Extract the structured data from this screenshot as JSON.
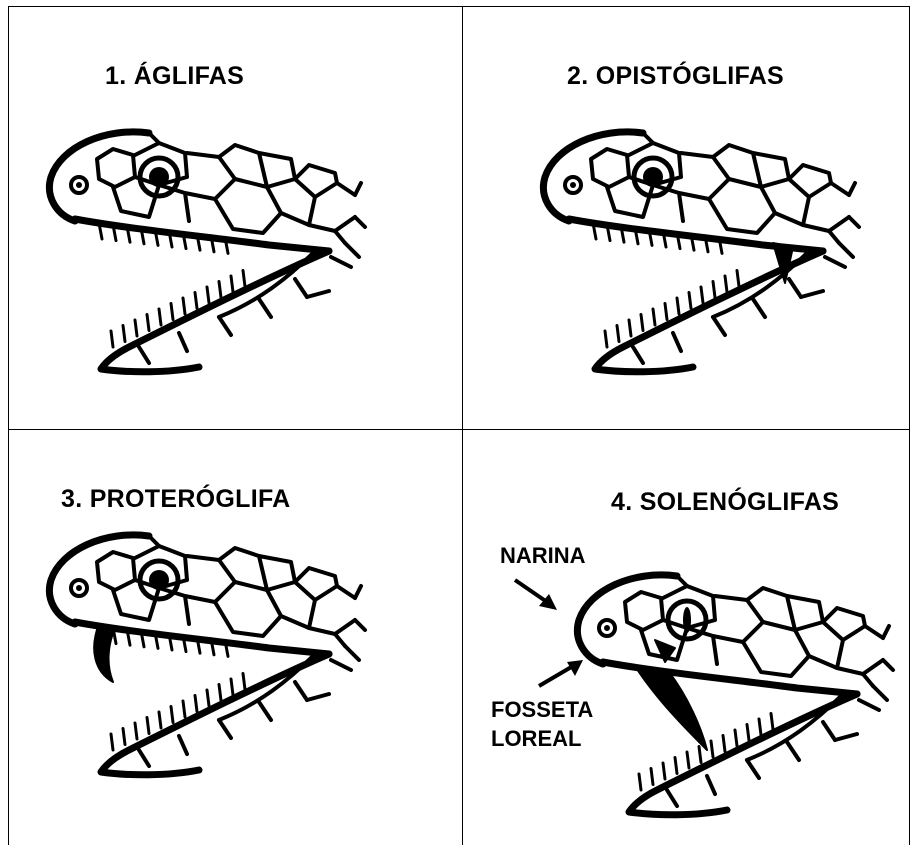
{
  "panels": [
    {
      "title": "1. ÁGLIFAS"
    },
    {
      "title": "2. OPISTÓGLIFAS"
    },
    {
      "title": "3. PROTERÓGLIFA"
    },
    {
      "title": "4. SOLENÓGLIFAS"
    }
  ],
  "labels": {
    "narina": "NARINA",
    "fosseta_line1": "FOSSETA",
    "fosseta_line2": "LOREAL"
  }
}
